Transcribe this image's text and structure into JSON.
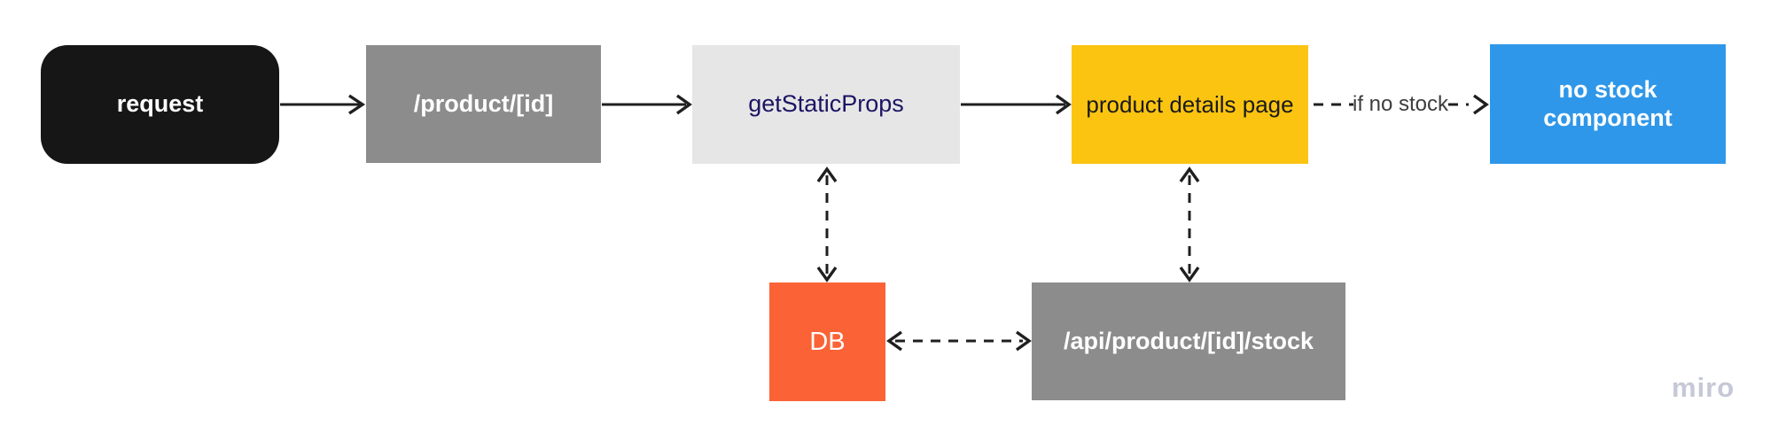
{
  "app": {
    "watermark": "miro"
  },
  "diagram": {
    "background": "#ffffff",
    "connector_color": "#1f1f1f",
    "watermark_color": "#c5c8d6",
    "nodes": {
      "request": {
        "label": "request",
        "shape": "rounded-rectangle",
        "fill": "#161616",
        "text_color": "#ffffff"
      },
      "product_route": {
        "label": "/product/[id]",
        "shape": "rectangle",
        "fill": "#8c8c8c",
        "text_color": "#ffffff"
      },
      "get_static_props": {
        "label": "getStaticProps",
        "shape": "rectangle",
        "fill": "#e7e6e6",
        "text_color": "#1b1464"
      },
      "product_details_page": {
        "label": "product details page",
        "shape": "rectangle",
        "fill": "#fbc411",
        "text_color": "#1a1a1a"
      },
      "no_stock_component": {
        "label": "no stock component",
        "shape": "rectangle",
        "fill": "#2f97e9",
        "text_color": "#ffffff"
      },
      "db": {
        "label": "DB",
        "shape": "rectangle",
        "fill": "#fb6337",
        "text_color": "#ffffff"
      },
      "api_stock_route": {
        "label": "/api/product/[id]/stock",
        "shape": "rectangle",
        "fill": "#8c8c8c",
        "text_color": "#ffffff"
      }
    },
    "edges": [
      {
        "from": "request",
        "to": "product_route",
        "style": "solid",
        "direction": "forward"
      },
      {
        "from": "product_route",
        "to": "get_static_props",
        "style": "solid",
        "direction": "forward"
      },
      {
        "from": "get_static_props",
        "to": "product_details_page",
        "style": "solid",
        "direction": "forward"
      },
      {
        "from": "product_details_page",
        "to": "no_stock_component",
        "style": "dashed",
        "direction": "forward",
        "label": "if no stock"
      },
      {
        "from": "get_static_props",
        "to": "db",
        "style": "dashed",
        "direction": "both"
      },
      {
        "from": "product_details_page",
        "to": "api_stock_route",
        "style": "dashed",
        "direction": "both"
      },
      {
        "from": "db",
        "to": "api_stock_route",
        "style": "dashed",
        "direction": "both"
      }
    ]
  }
}
